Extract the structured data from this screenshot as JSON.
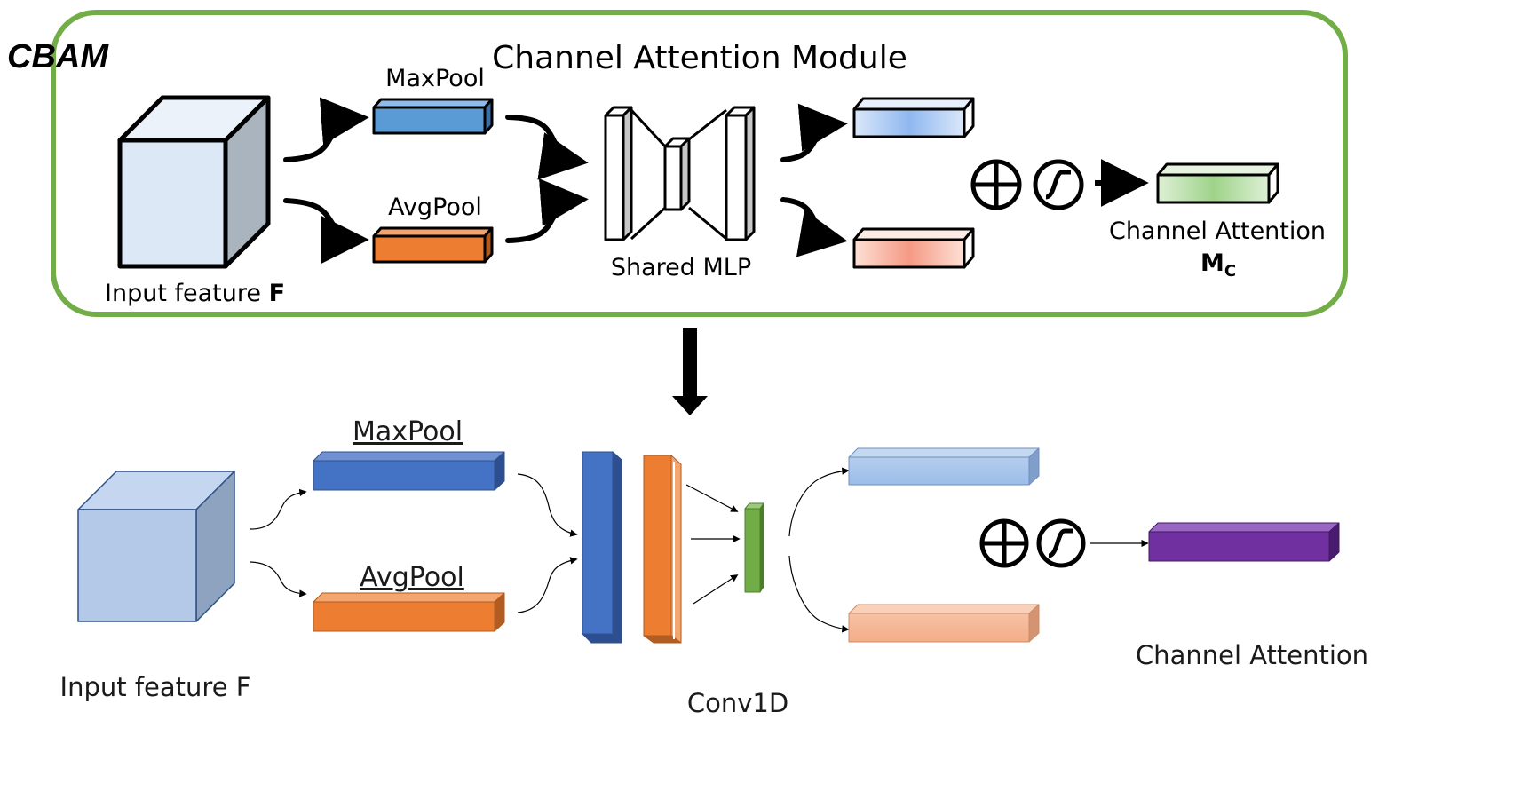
{
  "badge": "CBAM",
  "top": {
    "title": "Channel Attention Module",
    "maxpool": "MaxPool",
    "avgpool": "AvgPool",
    "mlp": "Shared MLP",
    "input_label": "Input feature ",
    "input_symbol": "F",
    "output_label": "Channel Attention",
    "output_symbol": "M",
    "output_subscript": "C"
  },
  "bottom": {
    "maxpool": "MaxPool",
    "avgpool": "AvgPool",
    "input_label": "Input feature F",
    "conv_label": "Conv1D",
    "output_label": "Channel Attention"
  },
  "colors": {
    "frame": "#72ad47",
    "top_max": "#5b9bd5",
    "top_avg": "#ed7d31",
    "bottom_blue": "#4472c4",
    "bottom_orange": "#ed7d31",
    "conv_green": "#70ad47",
    "output_purple": "#7030a0"
  }
}
